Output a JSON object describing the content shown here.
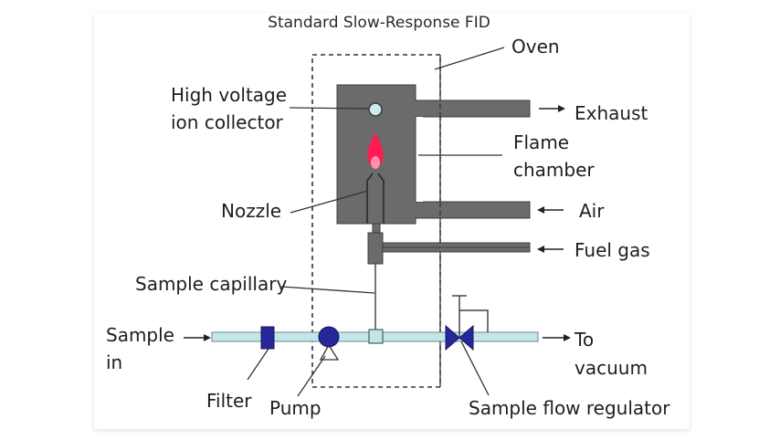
{
  "diagram": {
    "title": "Standard Slow-Response FID",
    "labels": {
      "oven": "Oven",
      "hv_collector_line1": "High voltage",
      "hv_collector_line2": "ion collector",
      "exhaust": "Exhaust",
      "flame_chamber_line1": "Flame",
      "flame_chamber_line2": "chamber",
      "nozzle": "Nozzle",
      "air": "Air",
      "fuel_gas": "Fuel gas",
      "sample_capillary": "Sample capillary",
      "sample_in_line1": "Sample",
      "sample_in_line2": "in",
      "to_vacuum_line1": "To",
      "to_vacuum_line2": "vacuum",
      "filter": "Filter",
      "pump": "Pump",
      "sample_flow_regulator": "Sample flow regulator"
    },
    "colors": {
      "chamber_gray": "#6b6b6b",
      "chamber_outline": "#3c3c3c",
      "collector_fill": "#cfe9ec",
      "sample_line": "#c4e6e8",
      "component_blue": "#27279a",
      "flame_red": "#ff1a4f",
      "flame_core": "#ff8fb0",
      "leader_line": "#333333"
    }
  }
}
